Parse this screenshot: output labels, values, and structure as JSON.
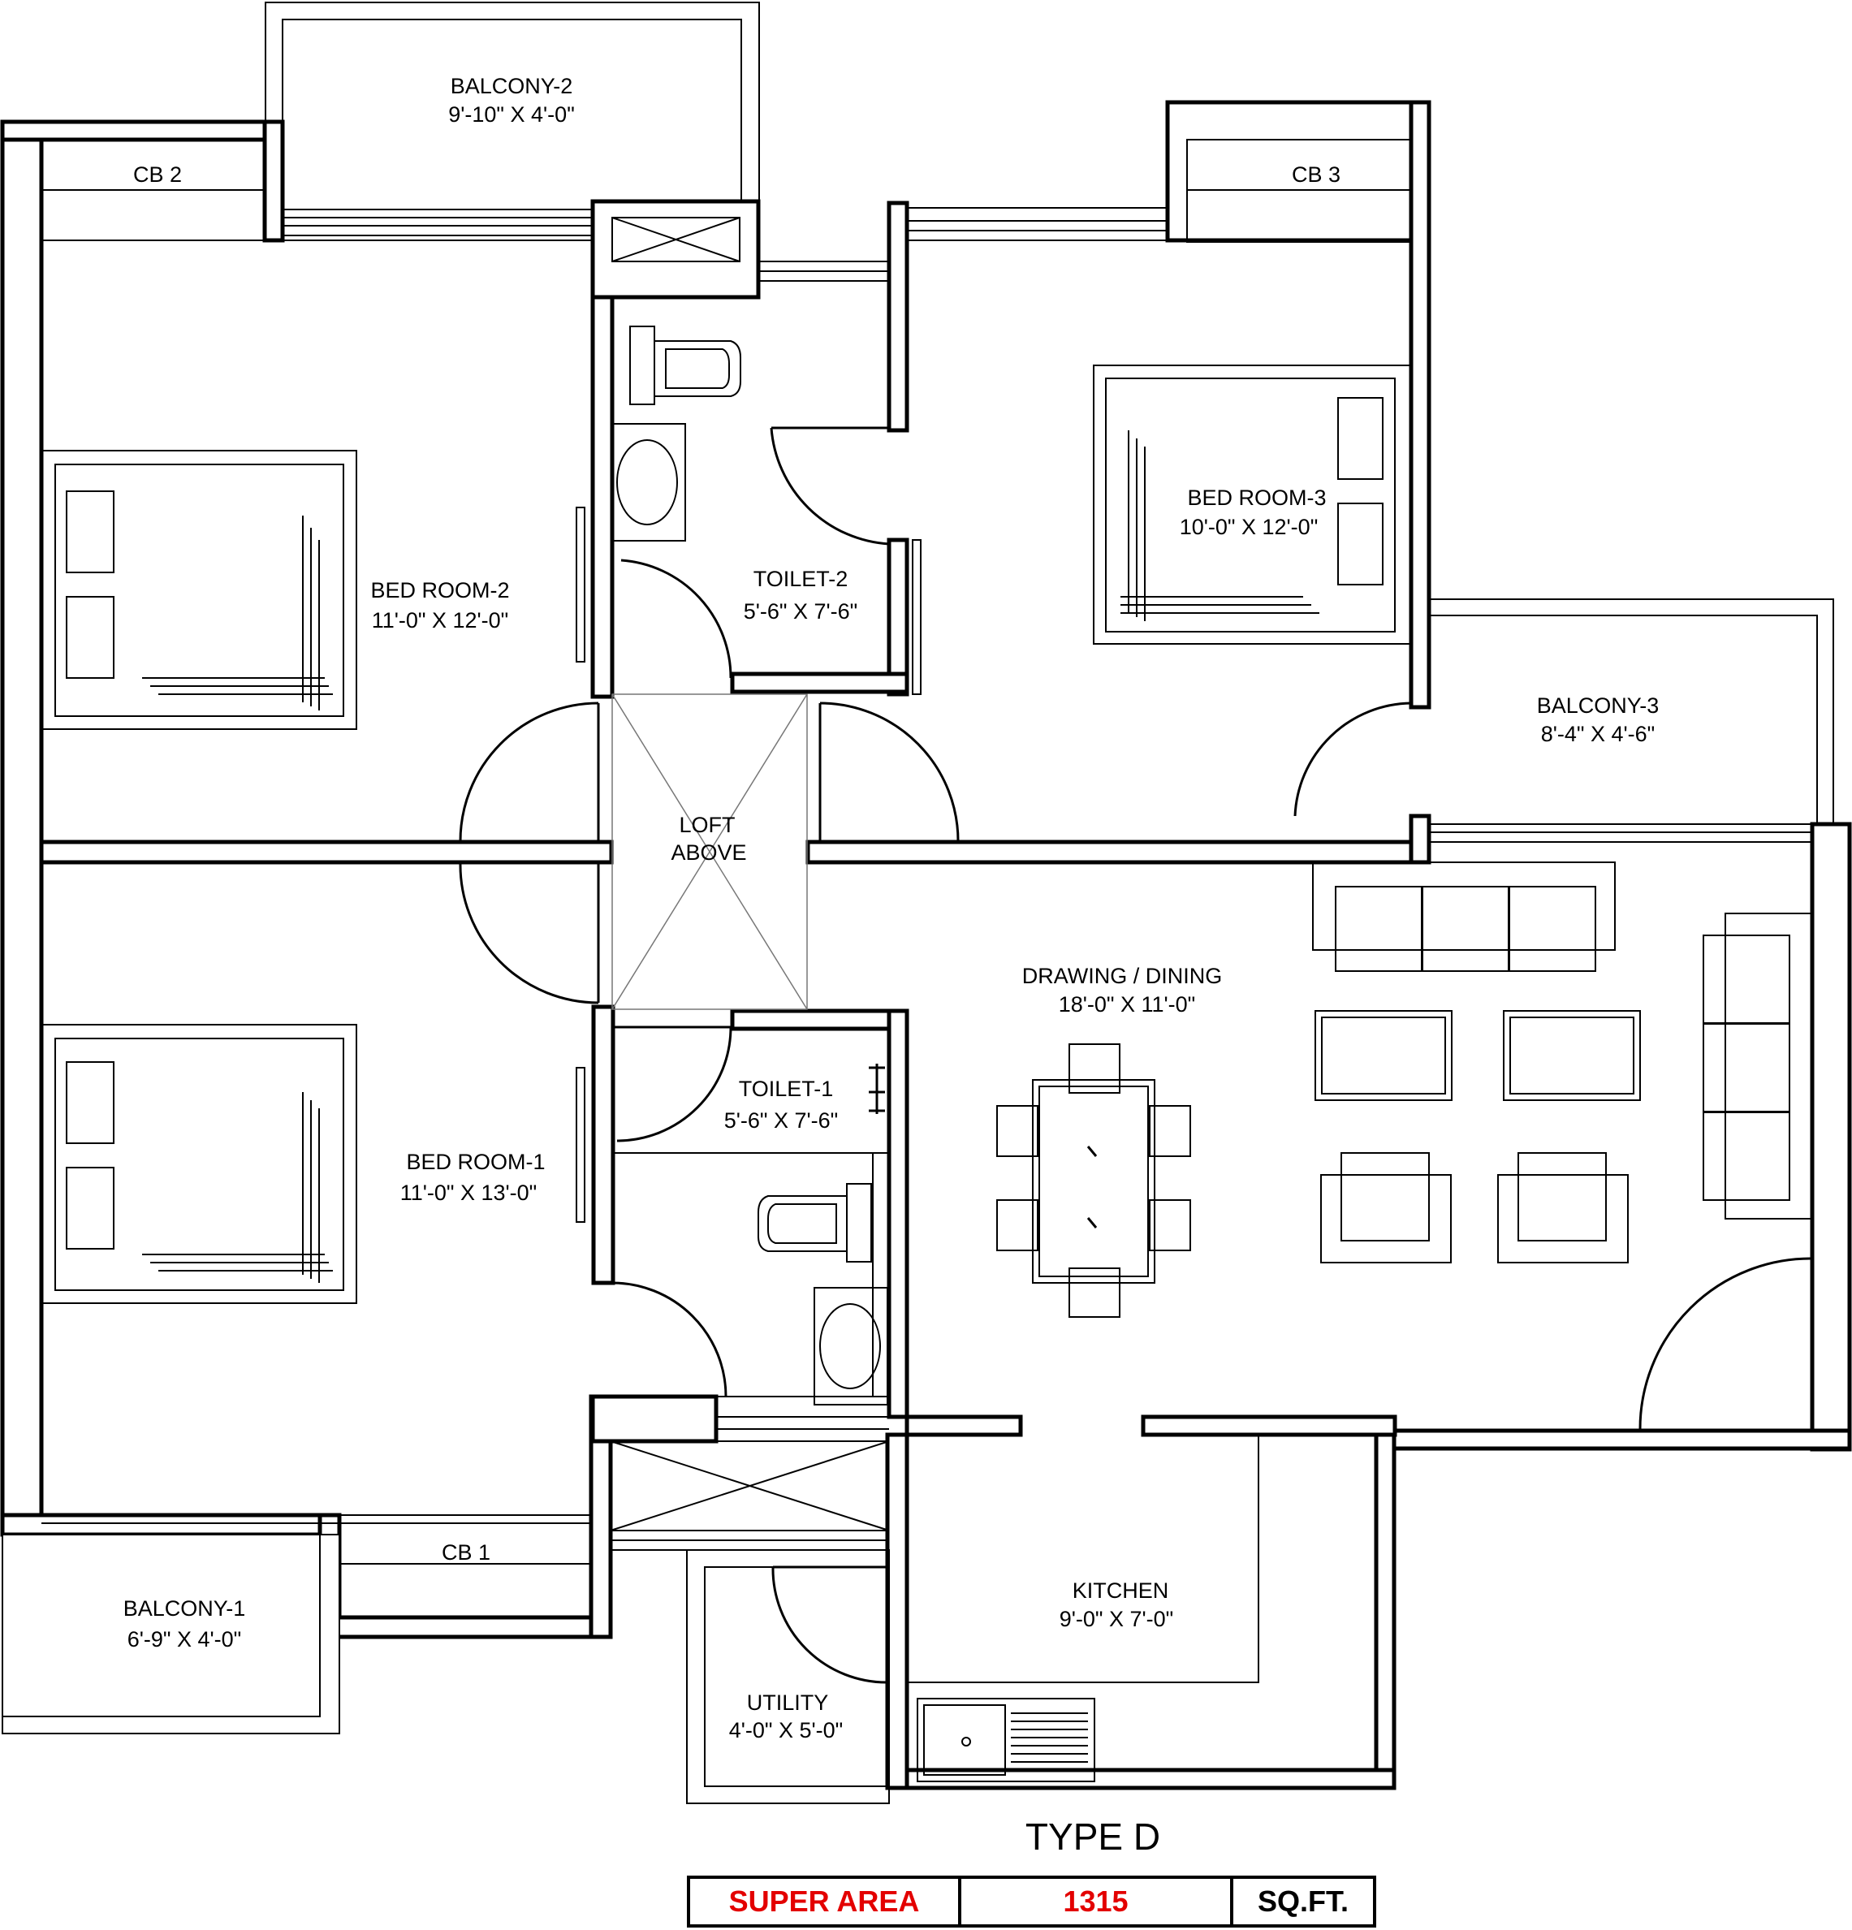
{
  "plan": {
    "title": "TYPE D",
    "rooms": {
      "balcony2": {
        "name": "BALCONY-2",
        "size": "9'-10\" X 4'-0\""
      },
      "cb2": {
        "name": "CB 2"
      },
      "cb3": {
        "name": "CB 3"
      },
      "cb1": {
        "name": "CB 1"
      },
      "bedroom2": {
        "name": "BED ROOM-2",
        "size": "11'-0\" X 12'-0\""
      },
      "bedroom3": {
        "name": "BED ROOM-3",
        "size": "10'-0\" X 12'-0\""
      },
      "bedroom1": {
        "name": "BED ROOM-1",
        "size": "11'-0\" X 13'-0\""
      },
      "toilet2": {
        "name": "TOILET-2",
        "size": "5'-6\" X 7'-6\""
      },
      "toilet1": {
        "name": "TOILET-1",
        "size": "5'-6\" X 7'-6\""
      },
      "loft": {
        "line1": "LOFT",
        "line2": "ABOVE"
      },
      "balcony3": {
        "name": "BALCONY-3",
        "size": "8'-4\" X 4'-6\""
      },
      "drawing": {
        "name": "DRAWING / DINING",
        "size": "18'-0\" X 11'-0\""
      },
      "kitchen": {
        "name": "KITCHEN",
        "size": "9'-0\" X 7'-0\""
      },
      "balcony1": {
        "name": "BALCONY-1",
        "size": "6'-9\" X 4'-0\""
      },
      "utility": {
        "name": "UTILITY",
        "size": "4'-0\" X 5'-0\""
      }
    }
  },
  "area": {
    "label": "SUPER AREA",
    "value": "1315",
    "unit": "SQ.FT.",
    "accent_color": "#e30000"
  }
}
